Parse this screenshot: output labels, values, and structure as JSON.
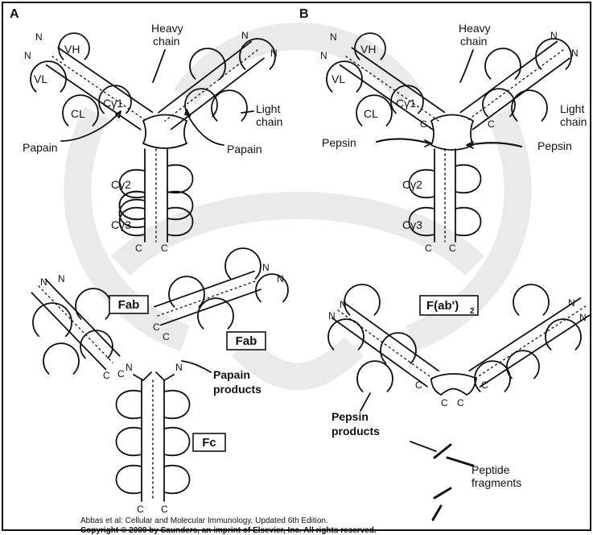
{
  "panels": {
    "a": "A",
    "b": "B"
  },
  "labels": {
    "heavy1": "Heavy",
    "heavy2": "chain",
    "light1": "Light",
    "light2": "chain",
    "vh": "VH",
    "vl": "VL",
    "ch1": "Cγ1",
    "cl": "CL",
    "ch2": "Cγ2",
    "ch3": "Cγ3",
    "n": "N",
    "c": "C"
  },
  "enzymes": {
    "papain": "Papain",
    "pepsin": "Pepsin"
  },
  "fragments": {
    "fab": "Fab",
    "fc": "Fc",
    "fab2_main": "F(ab')",
    "fab2_sub": "2",
    "papain_products_1": "Papain",
    "papain_products_2": "products",
    "pepsin_products_1": "Pepsin",
    "pepsin_products_2": "products",
    "peptide_1": "Peptide",
    "peptide_2": "fragments"
  },
  "citation": {
    "line1": "Abbas et al: Cellular and Molecular Immunology, Updated 6th Edition.",
    "line2": "Copyright © 2009 by Saunders, an imprint of Elsevier, Inc. All rights reserved."
  },
  "colors": {
    "ink": "#111111",
    "watermark": "#d9d9d9",
    "paper": "#ffffff"
  }
}
